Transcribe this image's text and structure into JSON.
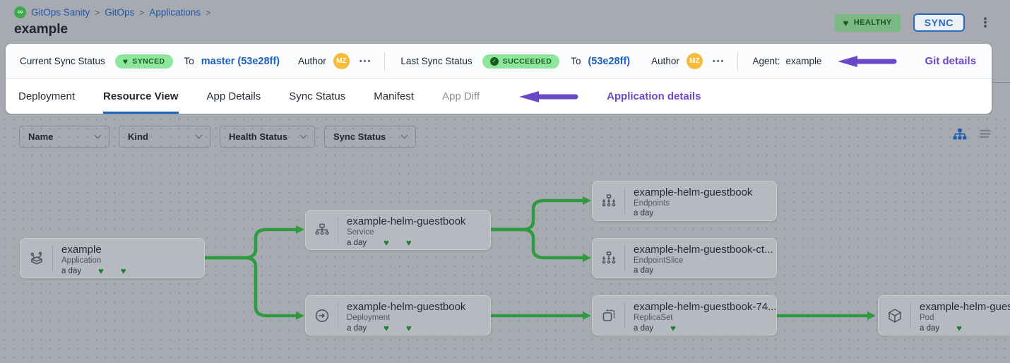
{
  "breadcrumb": {
    "separator": ">",
    "items": [
      {
        "label": "GitOps Sanity"
      },
      {
        "label": "GitOps"
      },
      {
        "label": "Applications"
      }
    ]
  },
  "page_title": "example",
  "header_actions": {
    "health_badge": "HEALTHY",
    "sync_button": "SYNC"
  },
  "icons": {
    "heart": "♥",
    "check": "✓",
    "kebab": "⋮",
    "ellipsis": "•••",
    "infinity": "∞"
  },
  "sync_bar": {
    "current_sync": {
      "label": "Current Sync Status",
      "badge": "SYNCED",
      "to_label": "To",
      "revision": "master (53e28ff)",
      "author_label": "Author",
      "avatar_initials": "MZ"
    },
    "last_sync": {
      "label": "Last Sync Status",
      "badge": "SUCCEEDED",
      "to_label": "To",
      "revision": "(53e28ff)",
      "author_label": "Author",
      "avatar_initials": "MZ"
    },
    "agent_label": "Agent:",
    "agent_value": "example",
    "annotation": "Git details"
  },
  "tabs": {
    "items": [
      {
        "label": "Deployment",
        "state": "normal"
      },
      {
        "label": "Resource View",
        "state": "active"
      },
      {
        "label": "App Details",
        "state": "normal"
      },
      {
        "label": "Sync Status",
        "state": "normal"
      },
      {
        "label": "Manifest",
        "state": "normal"
      },
      {
        "label": "App Diff",
        "state": "disabled"
      }
    ],
    "annotation": "Application details"
  },
  "filters": {
    "dropdowns": [
      {
        "label": "Name"
      },
      {
        "label": "Kind"
      },
      {
        "label": "Health Status"
      },
      {
        "label": "Sync Status"
      }
    ]
  },
  "graph": {
    "nodes": [
      {
        "title": "example",
        "kind": "Application",
        "age": "a day",
        "badges": [
          "♥",
          "♥"
        ]
      },
      {
        "title": "example-helm-guestbook",
        "kind": "Service",
        "age": "a day",
        "badges": [
          "♥",
          "♥"
        ]
      },
      {
        "title": "example-helm-guestbook",
        "kind": "Deployment",
        "age": "a day",
        "badges": [
          "♥",
          "♥"
        ]
      },
      {
        "title": "example-helm-guestbook",
        "kind": "Endpoints",
        "age": "a day",
        "badges": []
      },
      {
        "title": "example-helm-guestbook-ct...",
        "kind": "EndpointSlice",
        "age": "a day",
        "badges": []
      },
      {
        "title": "example-helm-guestbook-74...",
        "kind": "ReplicaSet",
        "age": "a day",
        "badges": [
          "♥"
        ]
      },
      {
        "title": "example-helm-guest",
        "kind": "Pod",
        "age": "a day",
        "badges": [
          "♥"
        ]
      }
    ],
    "edges": [
      {
        "from": "example (Application)",
        "to": "example-helm-guestbook (Service)"
      },
      {
        "from": "example (Application)",
        "to": "example-helm-guestbook (Deployment)"
      },
      {
        "from": "example-helm-guestbook (Service)",
        "to": "example-helm-guestbook (Endpoints)"
      },
      {
        "from": "example-helm-guestbook (Service)",
        "to": "example-helm-guestbook-ct... (EndpointSlice)"
      },
      {
        "from": "example-helm-guestbook (Deployment)",
        "to": "example-helm-guestbook-74... (ReplicaSet)"
      },
      {
        "from": "example-helm-guestbook-74... (ReplicaSet)",
        "to": "example-helm-guest (Pod)"
      }
    ]
  },
  "colors": {
    "accent_blue": "#1d60c0",
    "badge_green": "#8de69b",
    "health_green": "#7cb982",
    "edge_green": "#2f9b41",
    "heart_green": "#1e8030",
    "annotation_purple": "#6b48c8",
    "avatar_yellow": "#f6ba3d",
    "canvas_gray": "#a7abb1"
  }
}
